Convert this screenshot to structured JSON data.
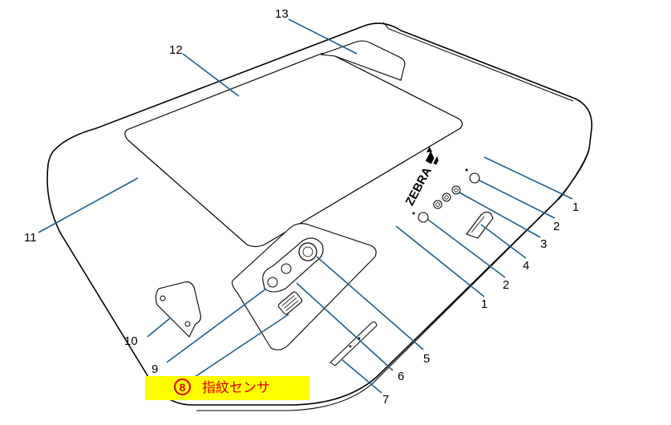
{
  "diagram": {
    "callouts": {
      "c1a": "1",
      "c1b": "1",
      "c2a": "2",
      "c2b": "2",
      "c3": "3",
      "c4": "4",
      "c5": "5",
      "c6": "6",
      "c7": "7",
      "c9": "9",
      "c10": "10",
      "c11": "11",
      "c12": "12",
      "c13": "13"
    },
    "brand": "ZEBRA",
    "highlight": {
      "number": "8",
      "label": "指紋センサ",
      "box_color": "#ffff00",
      "text_color": "#e00000"
    },
    "colors": {
      "leader": "#1f5f8b",
      "outline": "#000000"
    }
  }
}
